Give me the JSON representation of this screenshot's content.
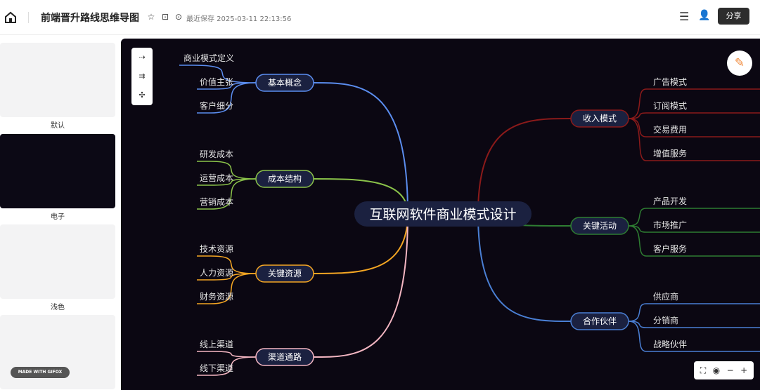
{
  "header": {
    "title": "前端晋升路线思维导图",
    "saved": "最近保存 2025-03-11 22:13:56",
    "share": "分享"
  },
  "icons": {
    "home": "home-icon",
    "star": "star-icon",
    "folder": "folder-icon",
    "check": "check-circle-icon",
    "menu": "menu-icon",
    "user": "add-user-icon"
  },
  "sidebar": {
    "themes": [
      {
        "label": "默认"
      },
      {
        "label": "电子"
      },
      {
        "label": "浅色"
      },
      {
        "label": ""
      }
    ],
    "badge": "MADE WITH GIFOX"
  },
  "mindmap": {
    "root": "互联网软件商业模式设计",
    "left": [
      {
        "label": "基本概念",
        "color": "#5b8def",
        "children": [
          "商业模式定义",
          "价值主张",
          "客户细分"
        ]
      },
      {
        "label": "成本结构",
        "color": "#8bc34a",
        "children": [
          "研发成本",
          "运营成本",
          "营销成本"
        ]
      },
      {
        "label": "关键资源",
        "color": "#f5a623",
        "children": [
          "技术资源",
          "人力资源",
          "财务资源"
        ]
      },
      {
        "label": "渠道通路",
        "color": "#f4b6c2",
        "children": [
          "线上渠道",
          "线下渠道"
        ]
      }
    ],
    "right": [
      {
        "label": "收入模式",
        "color": "#8b1a1a",
        "children": [
          "广告模式",
          "订阅模式",
          "交易费用",
          "增值服务"
        ]
      },
      {
        "label": "关键活动",
        "color": "#2e7d32",
        "children": [
          "产品开发",
          "市场推广",
          "客户服务"
        ]
      },
      {
        "label": "合作伙伴",
        "color": "#4a7fd4",
        "children": [
          "供应商",
          "分销商",
          "战略伙伴"
        ]
      }
    ]
  },
  "zoom_controls": {
    "fit": "fit-icon",
    "locate": "locate-icon",
    "minus": "−",
    "plus": "+"
  }
}
